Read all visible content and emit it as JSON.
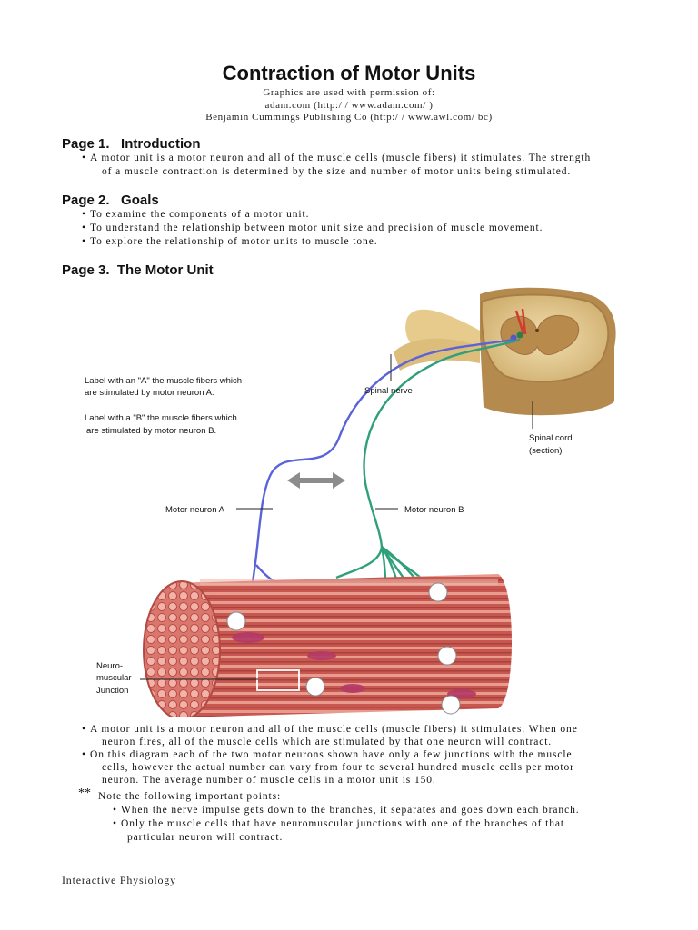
{
  "header": {
    "title": "Contraction of Motor Units",
    "credit_line1": "Graphics are used with permission of:",
    "credit_line2": "adam.com (http:/ / www.adam.com/ )",
    "credit_line3": "Benjamin Cummings Publishing Co (http:/ / www.awl.com/ bc)"
  },
  "sections": {
    "intro_heading": "Page 1.   Introduction",
    "intro_line1": "A motor unit is a motor neuron and all of the muscle cells (muscle fibers) it stimulates.  The strength",
    "intro_line2": "of a muscle contraction is determined by the size and number of motor units being stimulated.",
    "goals_heading": "Page 2.   Goals",
    "goals": [
      "To examine the components of a motor unit.",
      "To understand the relationship between motor unit size and precision of muscle movement.",
      "To explore the relationship of motor units to muscle tone."
    ],
    "motor_unit_heading": "Page 3.  The Motor Unit"
  },
  "figure": {
    "instruction_a1": "Label with an \"A\" the muscle fibers which",
    "instruction_a2": "are stimulated by motor neuron A.",
    "instruction_b1": "Label with a \"B\" the muscle fibers which",
    "instruction_b2": "are stimulated by motor neuron B.",
    "spinal_nerve": "Spinal nerve",
    "spinal_cord1": "Spinal cord",
    "spinal_cord2": "(section)",
    "motor_neuron_a": "Motor neuron A",
    "motor_neuron_b": "Motor neuron B",
    "nmj1": "Neuro-",
    "nmj2": "muscular",
    "nmj3": "Junction",
    "colors": {
      "neuron_a": "#5b63d8",
      "neuron_b": "#2fa07a",
      "muscle": "#c9584e",
      "cord": "#d9c08a"
    }
  },
  "notes": {
    "b1_line1": "A motor unit is a motor neuron and all of the muscle cells (muscle fibers) it stimulates. When one",
    "b1_line2": "neuron fires, all of the muscle cells which are stimulated by that one neuron will contract.",
    "b2_line1": "On this diagram each of the two motor neurons shown have only a few junctions with the muscle",
    "b2_line2": "cells, however the actual number can vary from  four to several hundred muscle cells per motor",
    "b2_line3": "neuron.  The average number of muscle cells in a motor unit is 150.",
    "note_mark": "**",
    "note_intro": "Note the following important points:",
    "point1": "When the nerve impulse gets down to the branches, it separates and goes down each branch.",
    "point2_line1": "Only the muscle cells that have neuromuscular junctions with one of the branches of that",
    "point2_line2": "particular neuron will contract."
  },
  "footer": {
    "text": "Interactive Physiology"
  }
}
